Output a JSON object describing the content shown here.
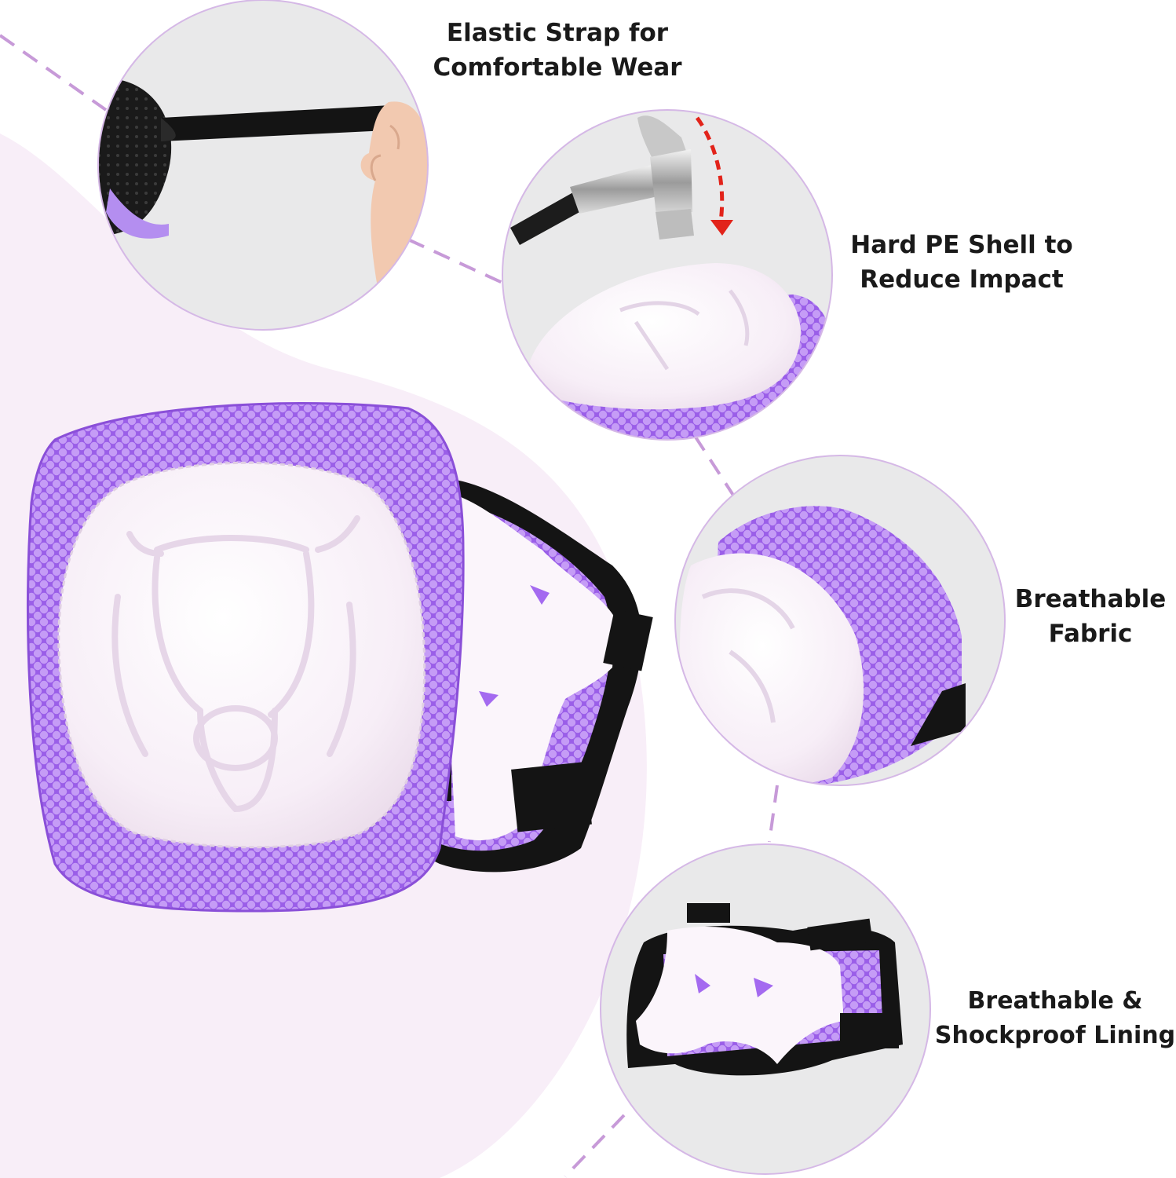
{
  "colors": {
    "accent_purple": "#a46af0",
    "mesh_purple": "#9a5ee8",
    "shell_white": "#fbf5fb",
    "strap_black": "#141414",
    "background_pink": "#f8eef8",
    "circle_gray": "#e9e9ea",
    "dash_line": "#c79ad8",
    "arrow_red": "#e2231a"
  },
  "features": [
    {
      "lines": [
        "Elastic Strap for",
        "Comfortable Wear"
      ],
      "icon": "elastic-strap-photo"
    },
    {
      "lines": [
        "Hard PE Shell to",
        "Reduce Impact"
      ],
      "icon": "hammer-impact-photo"
    },
    {
      "lines": [
        "Breathable",
        "Fabric"
      ],
      "icon": "mesh-fabric-photo"
    },
    {
      "lines": [
        "Breathable &",
        "Shockproof Lining"
      ],
      "icon": "wrist-guard-photo"
    }
  ],
  "product_icon": "purple-knee-pad-with-wrist-guard"
}
